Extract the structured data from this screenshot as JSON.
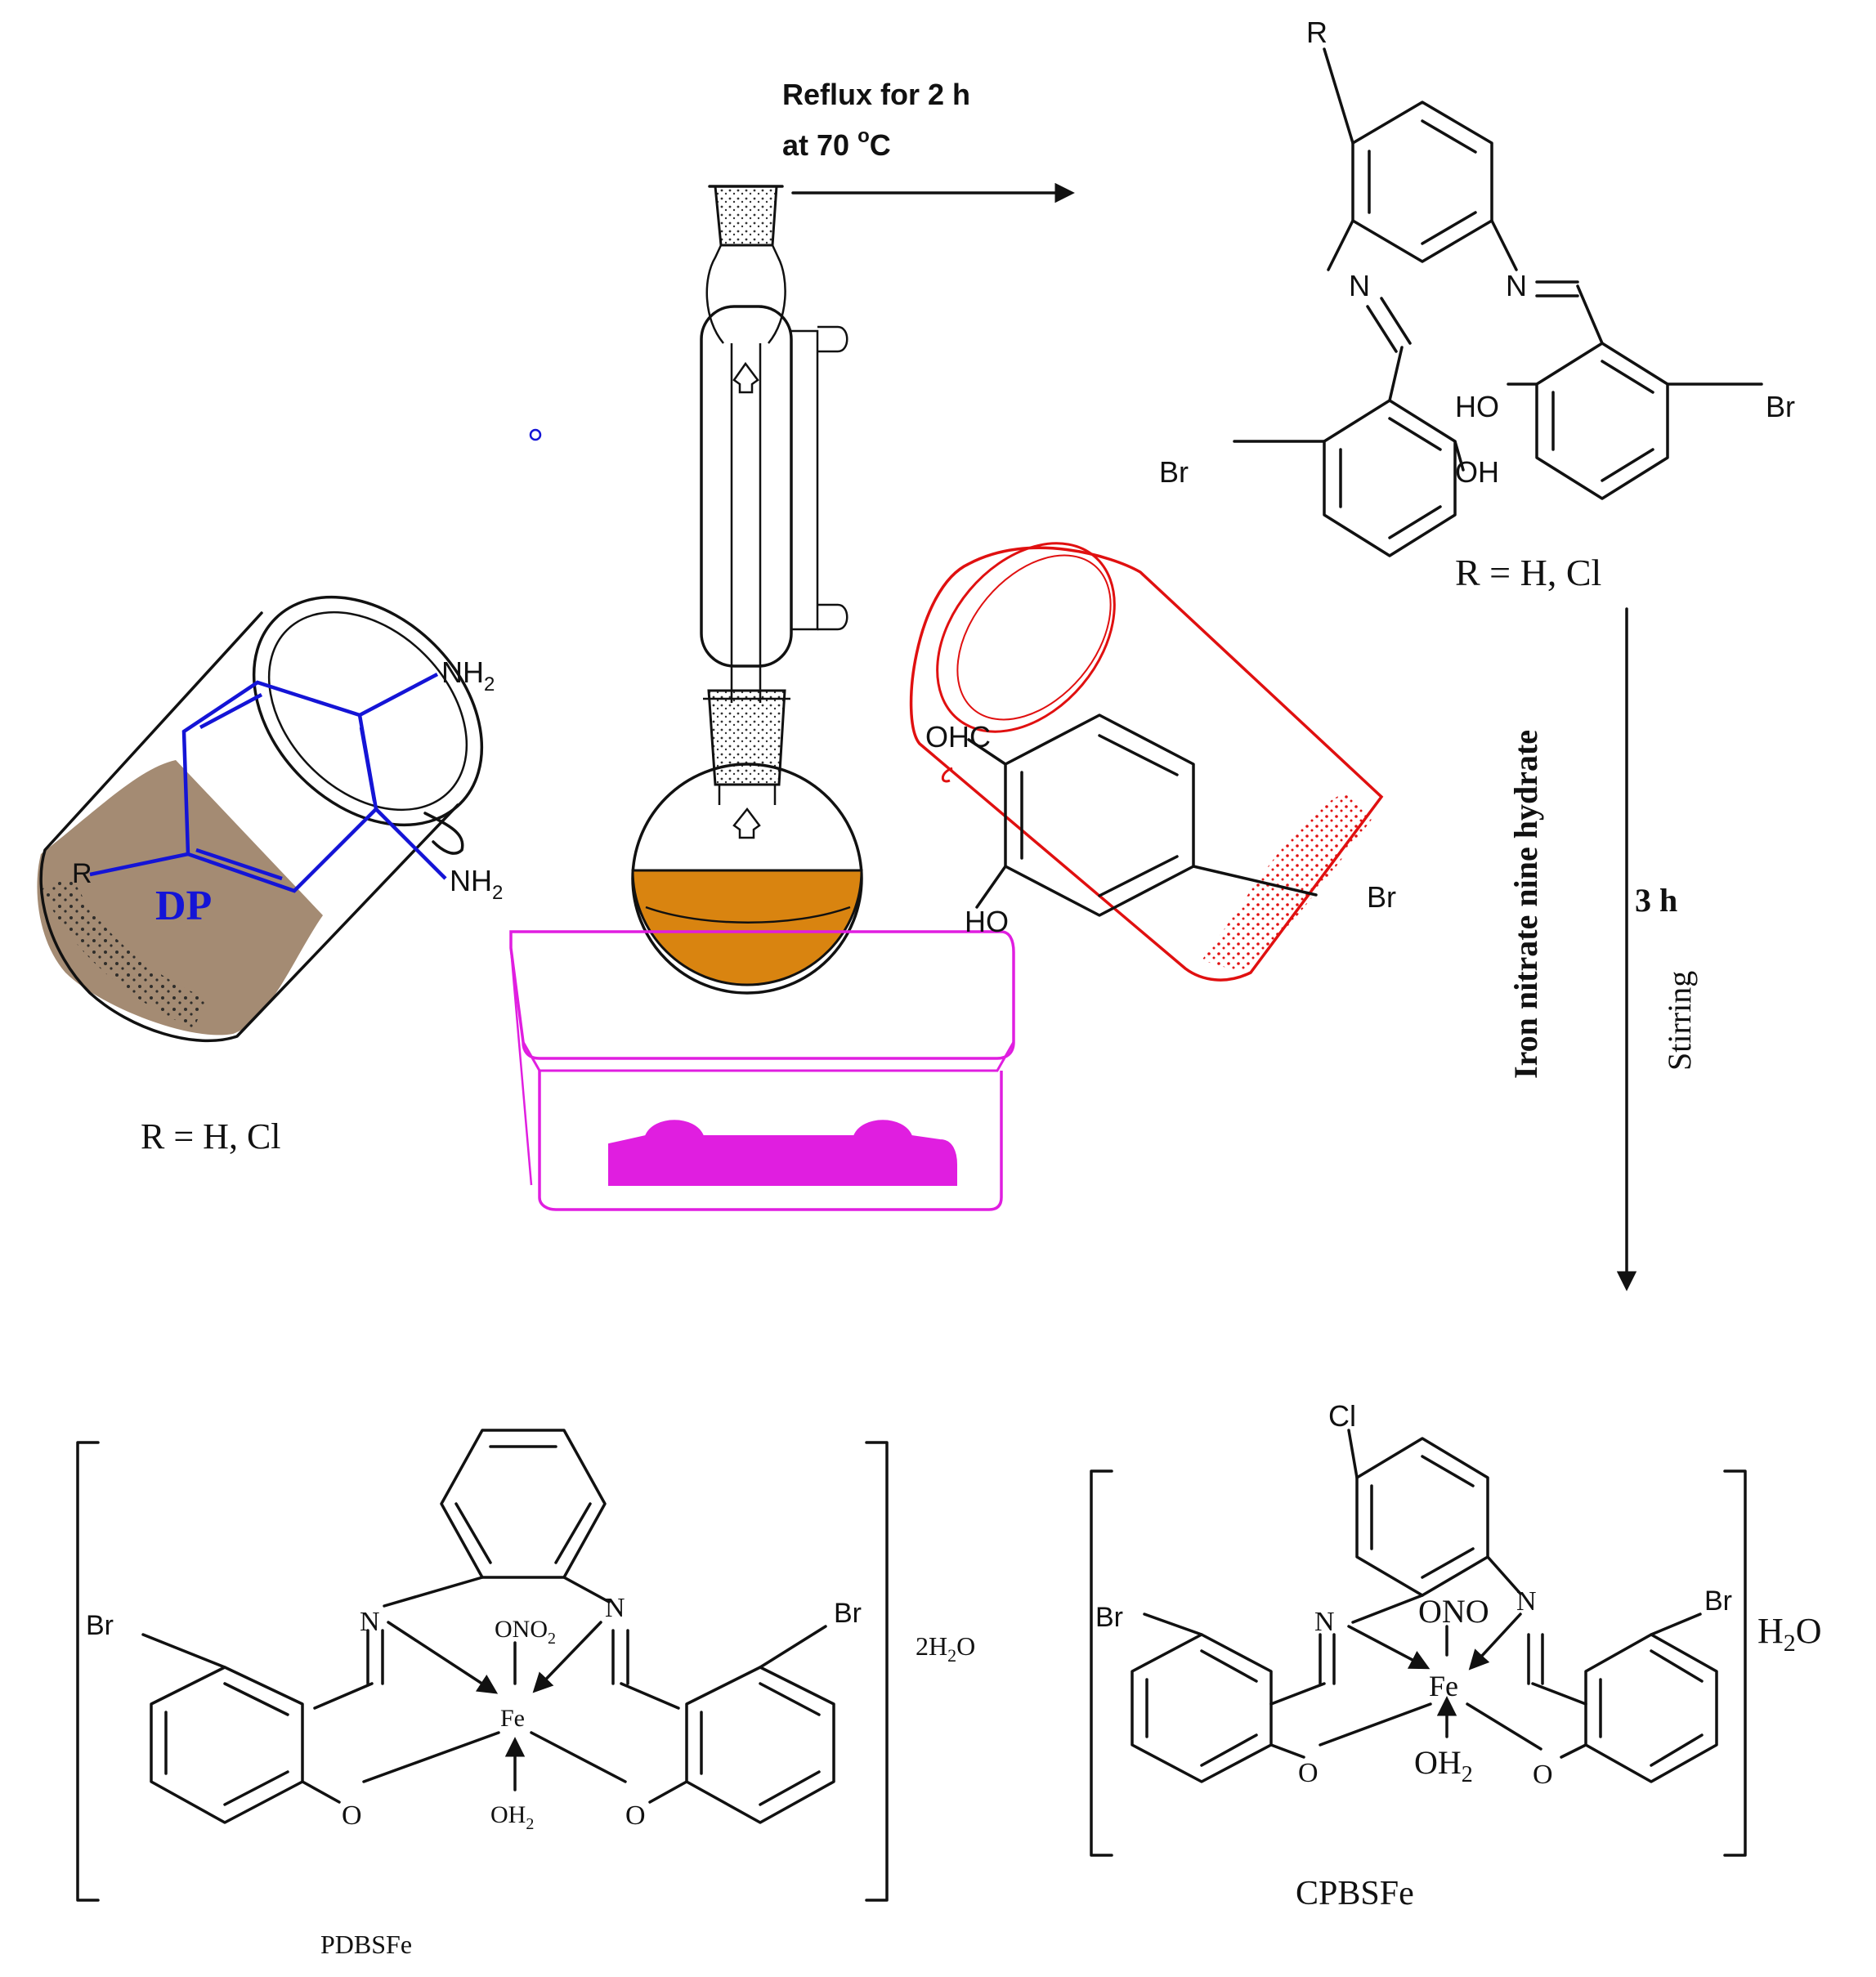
{
  "reaction": {
    "reflux_line1": "Reflux for 2 h",
    "reflux_line2": "at 70 ",
    "reflux_deg": "o",
    "reflux_unit": "C"
  },
  "diamine": {
    "nh2_top": "NH",
    "nh2_bottom": "NH",
    "sub2": "2",
    "r_group": "R",
    "label": "DP",
    "r_note": "R = H, Cl",
    "color": "#1414d6",
    "powder_color": "#a48b73"
  },
  "aldehyde": {
    "cho": "OHC",
    "oh": "HO",
    "br": "Br",
    "beaker_color": "#e01010"
  },
  "hotplate": {
    "color": "#e01ee0"
  },
  "flask": {
    "liquid_color": "#d98410"
  },
  "schiff_base": {
    "r_group": "R",
    "n_left": "N",
    "n_right": "N",
    "ho": "HO",
    "oh": "OH",
    "br_left": "Br",
    "br_right": "Br",
    "r_note": "R = H, Cl"
  },
  "step2": {
    "reagent": "Iron nitrate nine hydrate",
    "time": "3 h",
    "condition": "Stirring"
  },
  "complex1": {
    "name": "PDBSFe",
    "br_left": "Br",
    "br_right": "Br",
    "n_left": "N",
    "n_right": "N",
    "ono2": "ONO",
    "ono2_sub": "2",
    "fe": "Fe",
    "oh2": "OH",
    "oh2_sub": "2",
    "o_left": "O",
    "o_right": "O",
    "hydrate": "2H",
    "hydrate_sub": "2",
    "hydrate_tail": "O"
  },
  "complex2": {
    "name": "CPBSFe",
    "cl": "Cl",
    "br_left": "Br",
    "br_right": "Br",
    "n_left": "N",
    "n_right": "N",
    "ono2": "ONO",
    "fe": "Fe",
    "oh2": "OH",
    "oh2_sub": "2",
    "o_left": "O",
    "o_right": "O",
    "hydrate": "H",
    "hydrate_sub": "2",
    "hydrate_tail": "O"
  }
}
